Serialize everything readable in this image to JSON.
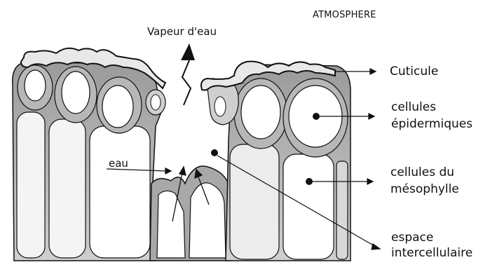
{
  "labels": {
    "atmosphere": "ATMOSPHERE",
    "vapeur": "Vapeur d'eau",
    "cuticule": "Cuticule",
    "epidermiques_line1": "cellules",
    "epidermiques_line2": "épidermiques",
    "mesophylle_line1": "cellules du",
    "mesophylle_line2": "mésophylle",
    "eau": "eau",
    "espace_line1": "espace",
    "espace_line2": "intercellulaire"
  },
  "colors": {
    "stroke": "#111111",
    "cell_wall": "#a9a9a9",
    "cell_wall_light": "#d6d6d6",
    "cell_interior": "#ffffff",
    "cuticle": "#e9e9e9"
  }
}
